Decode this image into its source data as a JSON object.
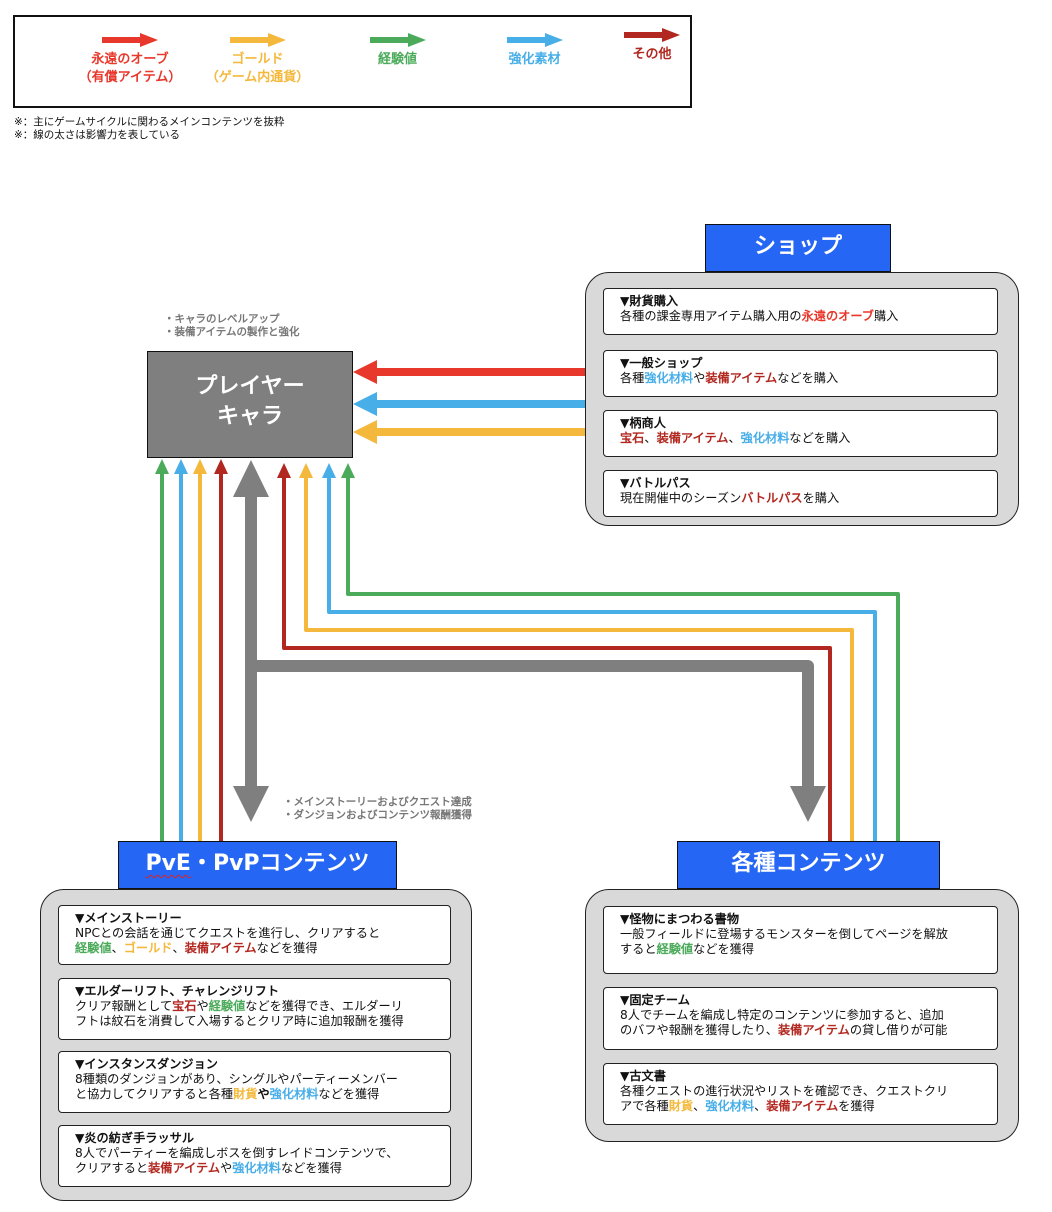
{
  "legend": {
    "items": [
      {
        "label_line1": "永遠のオーブ",
        "label_line2": "（有償アイテム）",
        "color": "#e8372b",
        "icon": "arrow-right-icon"
      },
      {
        "label_line1": "ゴールド",
        "label_line2": "（ゲーム内通貨）",
        "color": "#f4b93c",
        "icon": "arrow-right-icon"
      },
      {
        "label_line1": "経験値",
        "label_line2": "",
        "color": "#4cab5b",
        "icon": "arrow-right-icon"
      },
      {
        "label_line1": "強化素材",
        "label_line2": "",
        "color": "#48aee8",
        "icon": "arrow-right-icon"
      },
      {
        "label_line1": "その他",
        "label_line2": "",
        "color": "#b2271f",
        "icon": "arrow-right-icon"
      }
    ],
    "notes": [
      "※：主にゲームサイクルに関わるメインコンテンツを抜粋",
      "※：線の太さは影響力を表している"
    ]
  },
  "player": {
    "title_line1": "プレイヤー",
    "title_line2": "キャラ",
    "notes": [
      "・キャラのレベルアップ",
      "・装備アイテムの製作と強化"
    ]
  },
  "flow_notes": {
    "pve": [
      "・メインストーリーおよびクエスト達成",
      "・ダンジョンおよびコンテンツ報酬獲得"
    ]
  },
  "shop": {
    "title": "ショップ",
    "cards": [
      {
        "head": "▼財貨購入",
        "lines": [
          [
            {
              "t": "各種の課金専用アイテム購入用の"
            },
            {
              "t": "永遠のオーブ",
              "c": "red"
            },
            {
              "t": "購入"
            }
          ]
        ]
      },
      {
        "head": "▼一般ショップ",
        "lines": [
          [
            {
              "t": "各種"
            },
            {
              "t": "強化材料",
              "c": "blue"
            },
            {
              "t": "や"
            },
            {
              "t": "装備アイテム",
              "c": "dred"
            },
            {
              "t": "などを購入"
            }
          ]
        ]
      },
      {
        "head": "▼柄商人",
        "lines": [
          [
            {
              "t": "宝石",
              "c": "dred"
            },
            {
              "t": "、"
            },
            {
              "t": "装備アイテム",
              "c": "dred"
            },
            {
              "t": "、"
            },
            {
              "t": "強化材料",
              "c": "blue"
            },
            {
              "t": "などを購入"
            }
          ]
        ]
      },
      {
        "head": "▼バトルパス",
        "lines": [
          [
            {
              "t": "現在開催中のシーズン"
            },
            {
              "t": "バトルパス",
              "c": "dred"
            },
            {
              "t": "を購入"
            }
          ]
        ]
      }
    ]
  },
  "pve": {
    "title_part1": "PvE",
    "title_part2": "・PvPコンテンツ",
    "cards": [
      {
        "head": "▼メインストーリー",
        "lines": [
          [
            {
              "t": "NPCとの会話を通じてクエストを進行し、クリアすると"
            }
          ],
          [
            {
              "t": "経験値",
              "c": "green"
            },
            {
              "t": "、"
            },
            {
              "t": "ゴールド",
              "c": "gold"
            },
            {
              "t": "、"
            },
            {
              "t": "装備アイテム",
              "c": "dred"
            },
            {
              "t": "などを獲得"
            }
          ]
        ]
      },
      {
        "head": "▼エルダーリフト、チャレンジリフト",
        "lines": [
          [
            {
              "t": "クリア報酬として"
            },
            {
              "t": "宝石",
              "c": "dred"
            },
            {
              "t": "や"
            },
            {
              "t": "経験値",
              "c": "green"
            },
            {
              "t": "などを獲得でき、エルダーリ"
            }
          ],
          [
            {
              "t": "フトは紋石を消費して入場するとクリア時に追加報酬を獲得"
            }
          ]
        ]
      },
      {
        "head": "▼インスタンスダンジョン",
        "lines": [
          [
            {
              "t": "8種類のダンジョンがあり、シングルやパーティーメンバー"
            }
          ],
          [
            {
              "t": "と協力してクリアすると各種"
            },
            {
              "t": "財貨",
              "c": "gold"
            },
            {
              "t": "や",
              "c": "bold"
            },
            {
              "t": "強化材料",
              "c": "blue"
            },
            {
              "t": "などを獲得"
            }
          ]
        ]
      },
      {
        "head": "▼炎の紡ぎ手ラッサル",
        "lines": [
          [
            {
              "t": "8人でパーティーを編成しボスを倒すレイドコンテンツで、"
            }
          ],
          [
            {
              "t": "クリアすると"
            },
            {
              "t": "装備アイテム",
              "c": "dred"
            },
            {
              "t": "や"
            },
            {
              "t": "強化材料",
              "c": "blue"
            },
            {
              "t": "などを獲得"
            }
          ]
        ]
      }
    ]
  },
  "various": {
    "title": "各種コンテンツ",
    "cards": [
      {
        "head": "▼怪物にまつわる書物",
        "lines": [
          [
            {
              "t": "一般フィールドに登場するモンスターを倒してページを解放"
            }
          ],
          [
            {
              "t": "すると"
            },
            {
              "t": "経験値",
              "c": "green"
            },
            {
              "t": "などを獲得"
            }
          ]
        ]
      },
      {
        "head": "▼固定チーム",
        "lines": [
          [
            {
              "t": "8人でチームを編成し特定のコンテンツに参加すると、追加"
            }
          ],
          [
            {
              "t": "のバフや報酬を獲得したり、"
            },
            {
              "t": "装備アイテム",
              "c": "dred"
            },
            {
              "t": "の貸し借りが可能"
            }
          ]
        ]
      },
      {
        "head": "▼古文書",
        "lines": [
          [
            {
              "t": "各種クエストの進行状況やリストを確認でき、クエストクリ"
            }
          ],
          [
            {
              "t": "アで各種"
            },
            {
              "t": "財貨",
              "c": "gold"
            },
            {
              "t": "、"
            },
            {
              "t": "強化材料",
              "c": "blue"
            },
            {
              "t": "、"
            },
            {
              "t": "装備アイテム",
              "c": "dred"
            },
            {
              "t": "を獲得"
            }
          ]
        ]
      }
    ]
  },
  "colors": {
    "red": "#e8372b",
    "gold": "#f4b93c",
    "green": "#4cab5b",
    "blue": "#48aee8",
    "dred": "#b2271f",
    "gray": "#7f7f7f",
    "title_blue": "#2567f4",
    "panel": "#d9d9d9"
  },
  "flows": [
    {
      "from": "shop",
      "to": "player",
      "resource": "red"
    },
    {
      "from": "shop",
      "to": "player",
      "resource": "blue"
    },
    {
      "from": "shop",
      "to": "player",
      "resource": "gold"
    },
    {
      "from": "pve",
      "to": "player",
      "resource": "green"
    },
    {
      "from": "pve",
      "to": "player",
      "resource": "blue"
    },
    {
      "from": "pve",
      "to": "player",
      "resource": "gold"
    },
    {
      "from": "pve",
      "to": "player",
      "resource": "dred"
    },
    {
      "from": "player",
      "to": "pve",
      "resource": "gray",
      "bidirectional": true
    },
    {
      "from": "player",
      "to": "various",
      "resource": "gray"
    },
    {
      "from": "various",
      "to": "player",
      "resource": "dred"
    },
    {
      "from": "various",
      "to": "player",
      "resource": "gold"
    },
    {
      "from": "various",
      "to": "player",
      "resource": "blue"
    },
    {
      "from": "various",
      "to": "player",
      "resource": "green"
    }
  ]
}
